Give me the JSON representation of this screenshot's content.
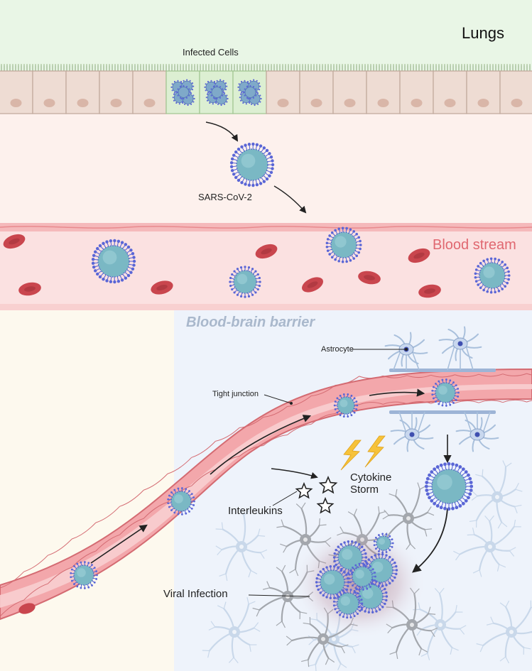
{
  "labels": {
    "lungs": "Lungs",
    "infected_cells": "Infected Cells",
    "sars_cov_2": "SARS-CoV-2",
    "blood_stream": "Blood stream",
    "blood_brain_barrier": "Blood-brain barrier",
    "astrocyte": "Astrocyte",
    "tight_junction": "Tight junction",
    "cytokine": "Cytokine",
    "storm": "Storm",
    "interleukins": "Interleukins",
    "viral_infection": "Viral Infection"
  },
  "colors": {
    "lung_bg": "#e9f6e6",
    "epithelium": "#eedcd3",
    "infected_cell": "#dcefd2",
    "interstitium": "#fdf1ed",
    "vessel": "#f0a8aa",
    "rbc": "#c9464e",
    "virus": "#7ab8c4",
    "spike": "#5a66d6",
    "astrocyte": "#a9c0dc",
    "neuron": "#9aa0a6",
    "brain_bg": "#eef3fb",
    "cream_bg": "#fdf9ee"
  }
}
